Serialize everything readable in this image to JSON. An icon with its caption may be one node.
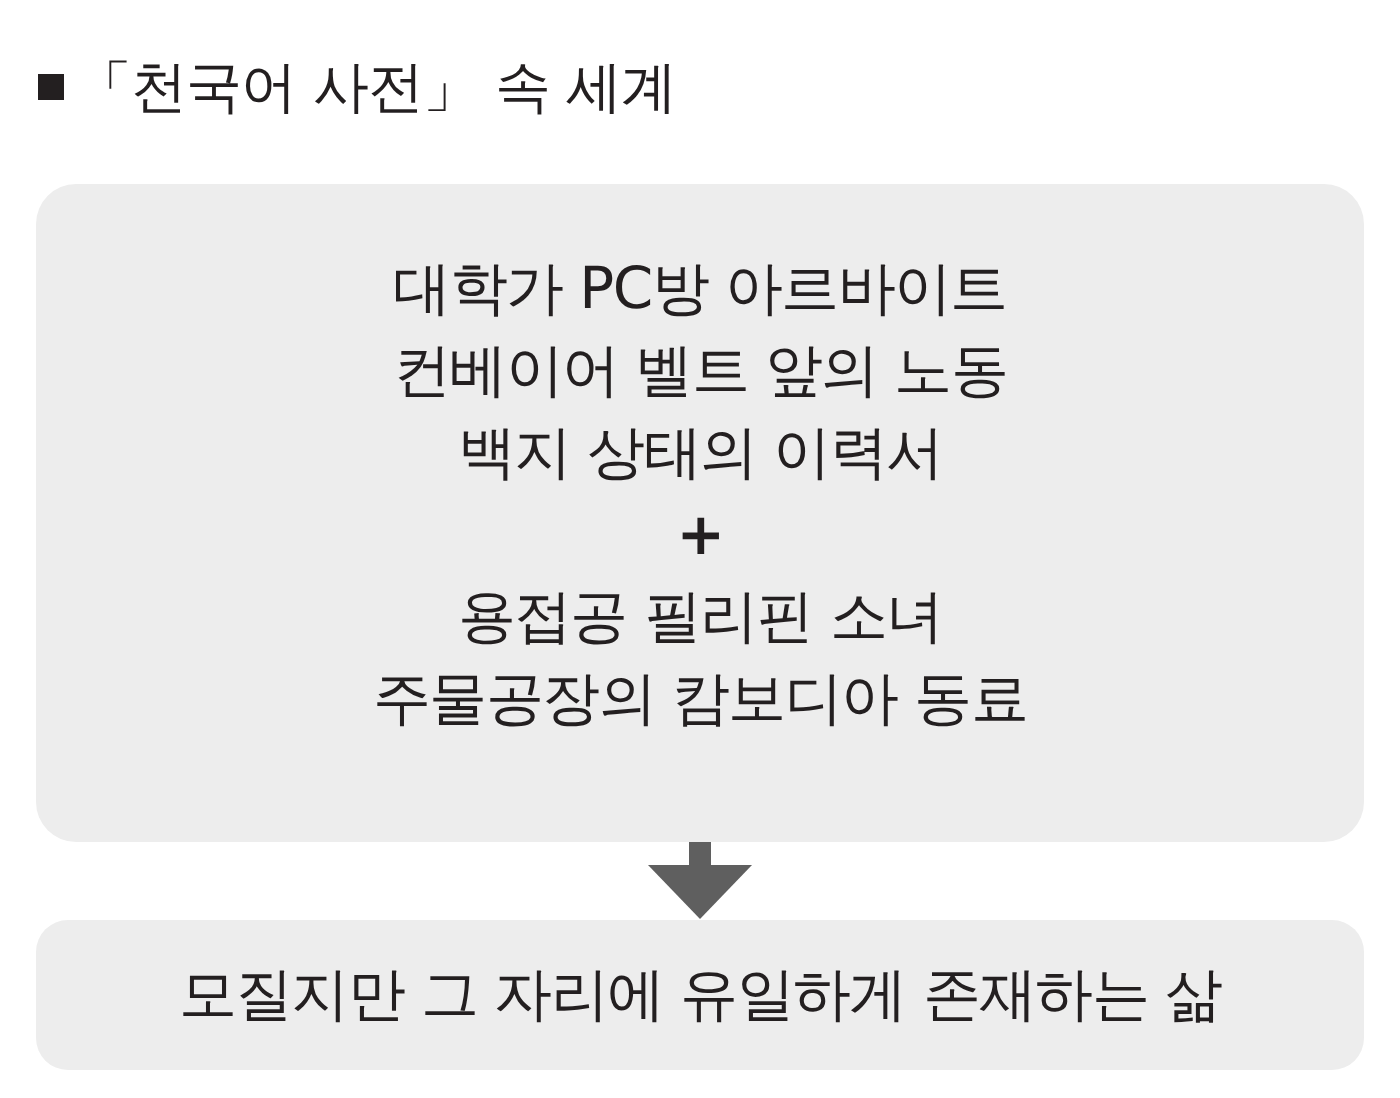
{
  "diagram": {
    "title": "「천국어 사전」 속 세계",
    "nodes": [
      {
        "text": [
          "대학가 PC방 아르바이트",
          "컨베이어 벨트 앞의 노동",
          "백지 상태의 이력서",
          "+",
          "용접공 필리핀 소녀",
          "주물공장의 캄보디아 동료"
        ]
      },
      {
        "text": [
          "모질지만 그 자리에 유일하게 존재하는 삶"
        ]
      }
    ],
    "edges": [
      {
        "from": 0,
        "to": 1,
        "arrow": "to"
      }
    ]
  }
}
